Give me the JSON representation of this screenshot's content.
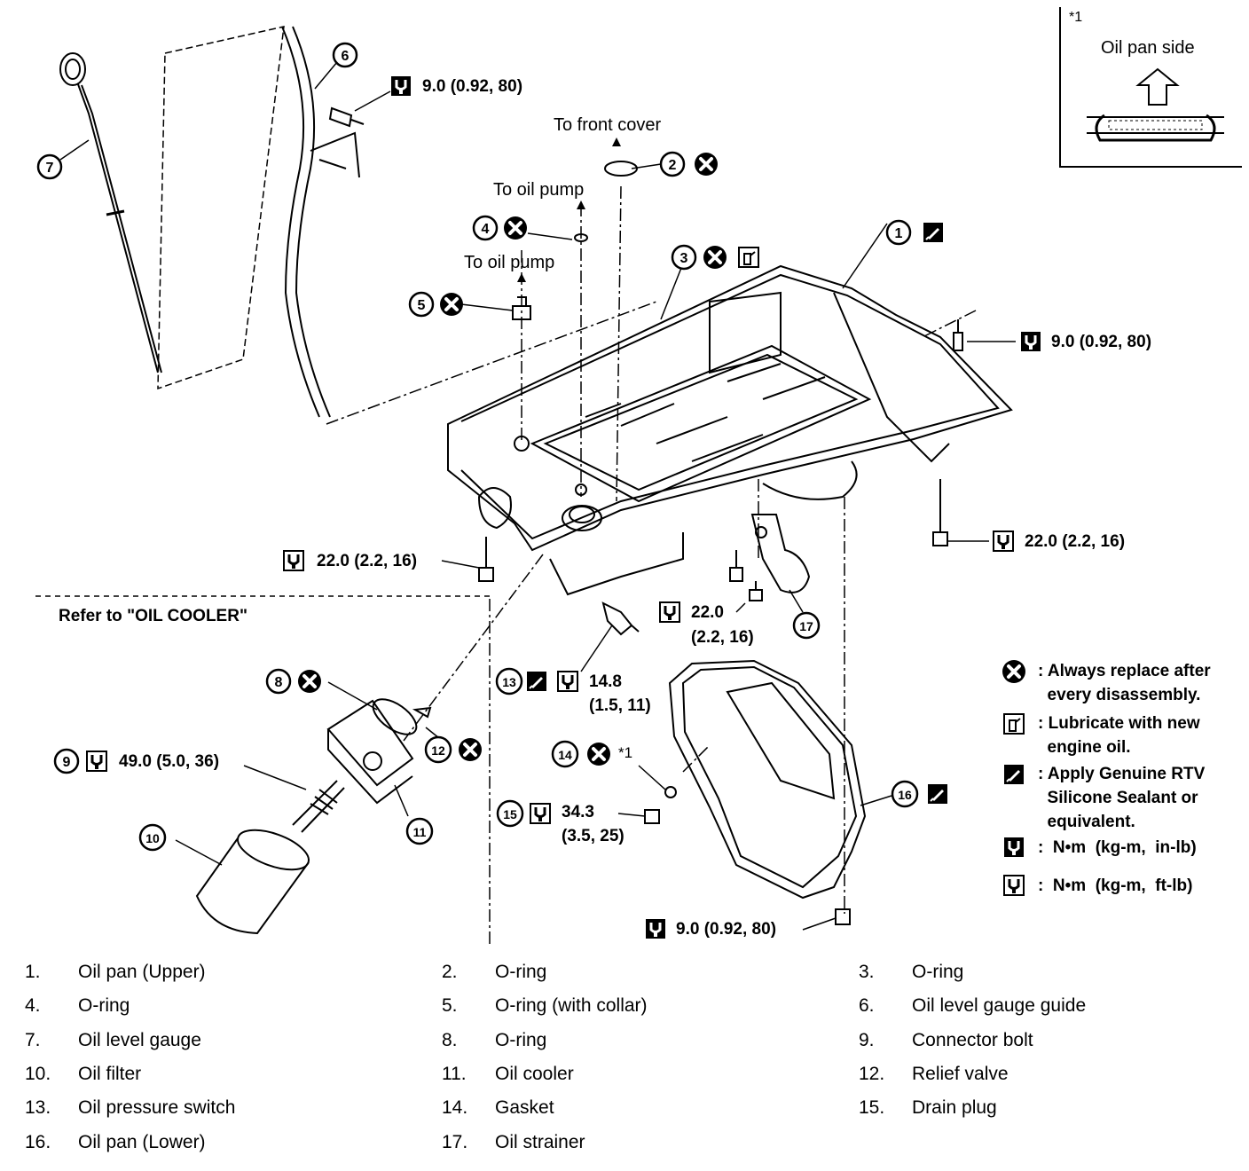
{
  "labels": {
    "torque_9_0_top": "9.0 (0.92, 80)",
    "to_front_cover": "To front cover",
    "to_oil_pump_1": "To oil pump",
    "to_oil_pump_2": "To oil pump",
    "torque_9_0_right": "9.0 (0.92, 80)",
    "torque_22_0_left": "22.0 (2.2, 16)",
    "torque_22_0_right": "22.0 (2.2, 16)",
    "refer_oil_cooler": "Refer to \"OIL COOLER\"",
    "torque_22_0_mid_a": "22.0",
    "torque_22_0_mid_b": "(2.2, 16)",
    "torque_14_8_a": "14.8",
    "torque_14_8_b": "(1.5, 11)",
    "torque_49_0": "49.0 (5.0, 36)",
    "torque_34_3_a": "34.3",
    "torque_34_3_b": "(3.5, 25)",
    "star1_mark": "*1",
    "torque_9_0_bottom": "9.0 (0.92, 80)"
  },
  "inset": {
    "mark": "*1",
    "title": "Oil pan side"
  },
  "callouts": [
    "1",
    "2",
    "3",
    "4",
    "5",
    "6",
    "7",
    "8",
    "9",
    "10",
    "11",
    "12",
    "13",
    "14",
    "15",
    "16",
    "17"
  ],
  "symbol_legend": [
    {
      "icon": "always-replace-icon",
      "text": ": Always replace after\n  every disassembly."
    },
    {
      "icon": "lubricate-icon",
      "text": ": Lubricate with new\n  engine oil."
    },
    {
      "icon": "sealant-icon",
      "text": ": Apply Genuine RTV\n  Silicone Sealant or\n  equivalent."
    },
    {
      "icon": "torque-inlb-icon",
      "text": ":  N•m  (kg-m,  in-lb)"
    },
    {
      "icon": "torque-ftlb-icon",
      "text": ":  N•m  (kg-m,  ft-lb)"
    }
  ],
  "parts": [
    {
      "num": "1.",
      "name": "Oil pan (Upper)"
    },
    {
      "num": "2.",
      "name": "O-ring"
    },
    {
      "num": "3.",
      "name": "O-ring"
    },
    {
      "num": "4.",
      "name": "O-ring"
    },
    {
      "num": "5.",
      "name": "O-ring (with collar)"
    },
    {
      "num": "6.",
      "name": "Oil level gauge guide"
    },
    {
      "num": "7.",
      "name": "Oil level gauge"
    },
    {
      "num": "8.",
      "name": "O-ring"
    },
    {
      "num": "9.",
      "name": "Connector bolt"
    },
    {
      "num": "10.",
      "name": "Oil filter"
    },
    {
      "num": "11.",
      "name": "Oil cooler"
    },
    {
      "num": "12.",
      "name": "Relief valve"
    },
    {
      "num": "13.",
      "name": "Oil pressure switch"
    },
    {
      "num": "14.",
      "name": "Gasket"
    },
    {
      "num": "15.",
      "name": "Drain plug"
    },
    {
      "num": "16.",
      "name": "Oil pan (Lower)"
    },
    {
      "num": "17.",
      "name": "Oil strainer"
    }
  ]
}
